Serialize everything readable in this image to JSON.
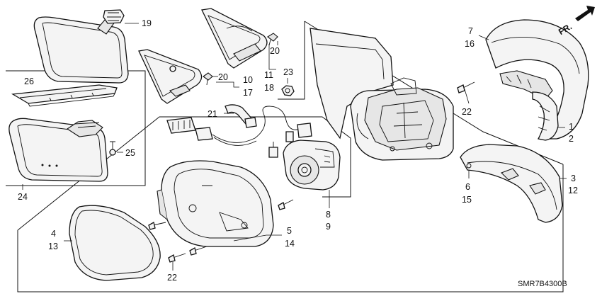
{
  "diagram": {
    "catalog_code": "SMR7B4300B",
    "direction_marker": "FR.",
    "callouts": {
      "p19": "19",
      "p26": "26",
      "p25": "25",
      "p24": "24",
      "p20a": "20",
      "p20b": "20",
      "p10": "10",
      "p17": "17",
      "p11": "11",
      "p18": "18",
      "p23": "23",
      "p21": "21",
      "p7": "7",
      "p16": "16",
      "p22a": "22",
      "p1": "1",
      "p2": "2",
      "p3": "3",
      "p12": "12",
      "p6": "6",
      "p15": "15",
      "p8": "8",
      "p9": "9",
      "p5": "5",
      "p14": "14",
      "p4": "4",
      "p13": "13",
      "p22b": "22"
    }
  }
}
